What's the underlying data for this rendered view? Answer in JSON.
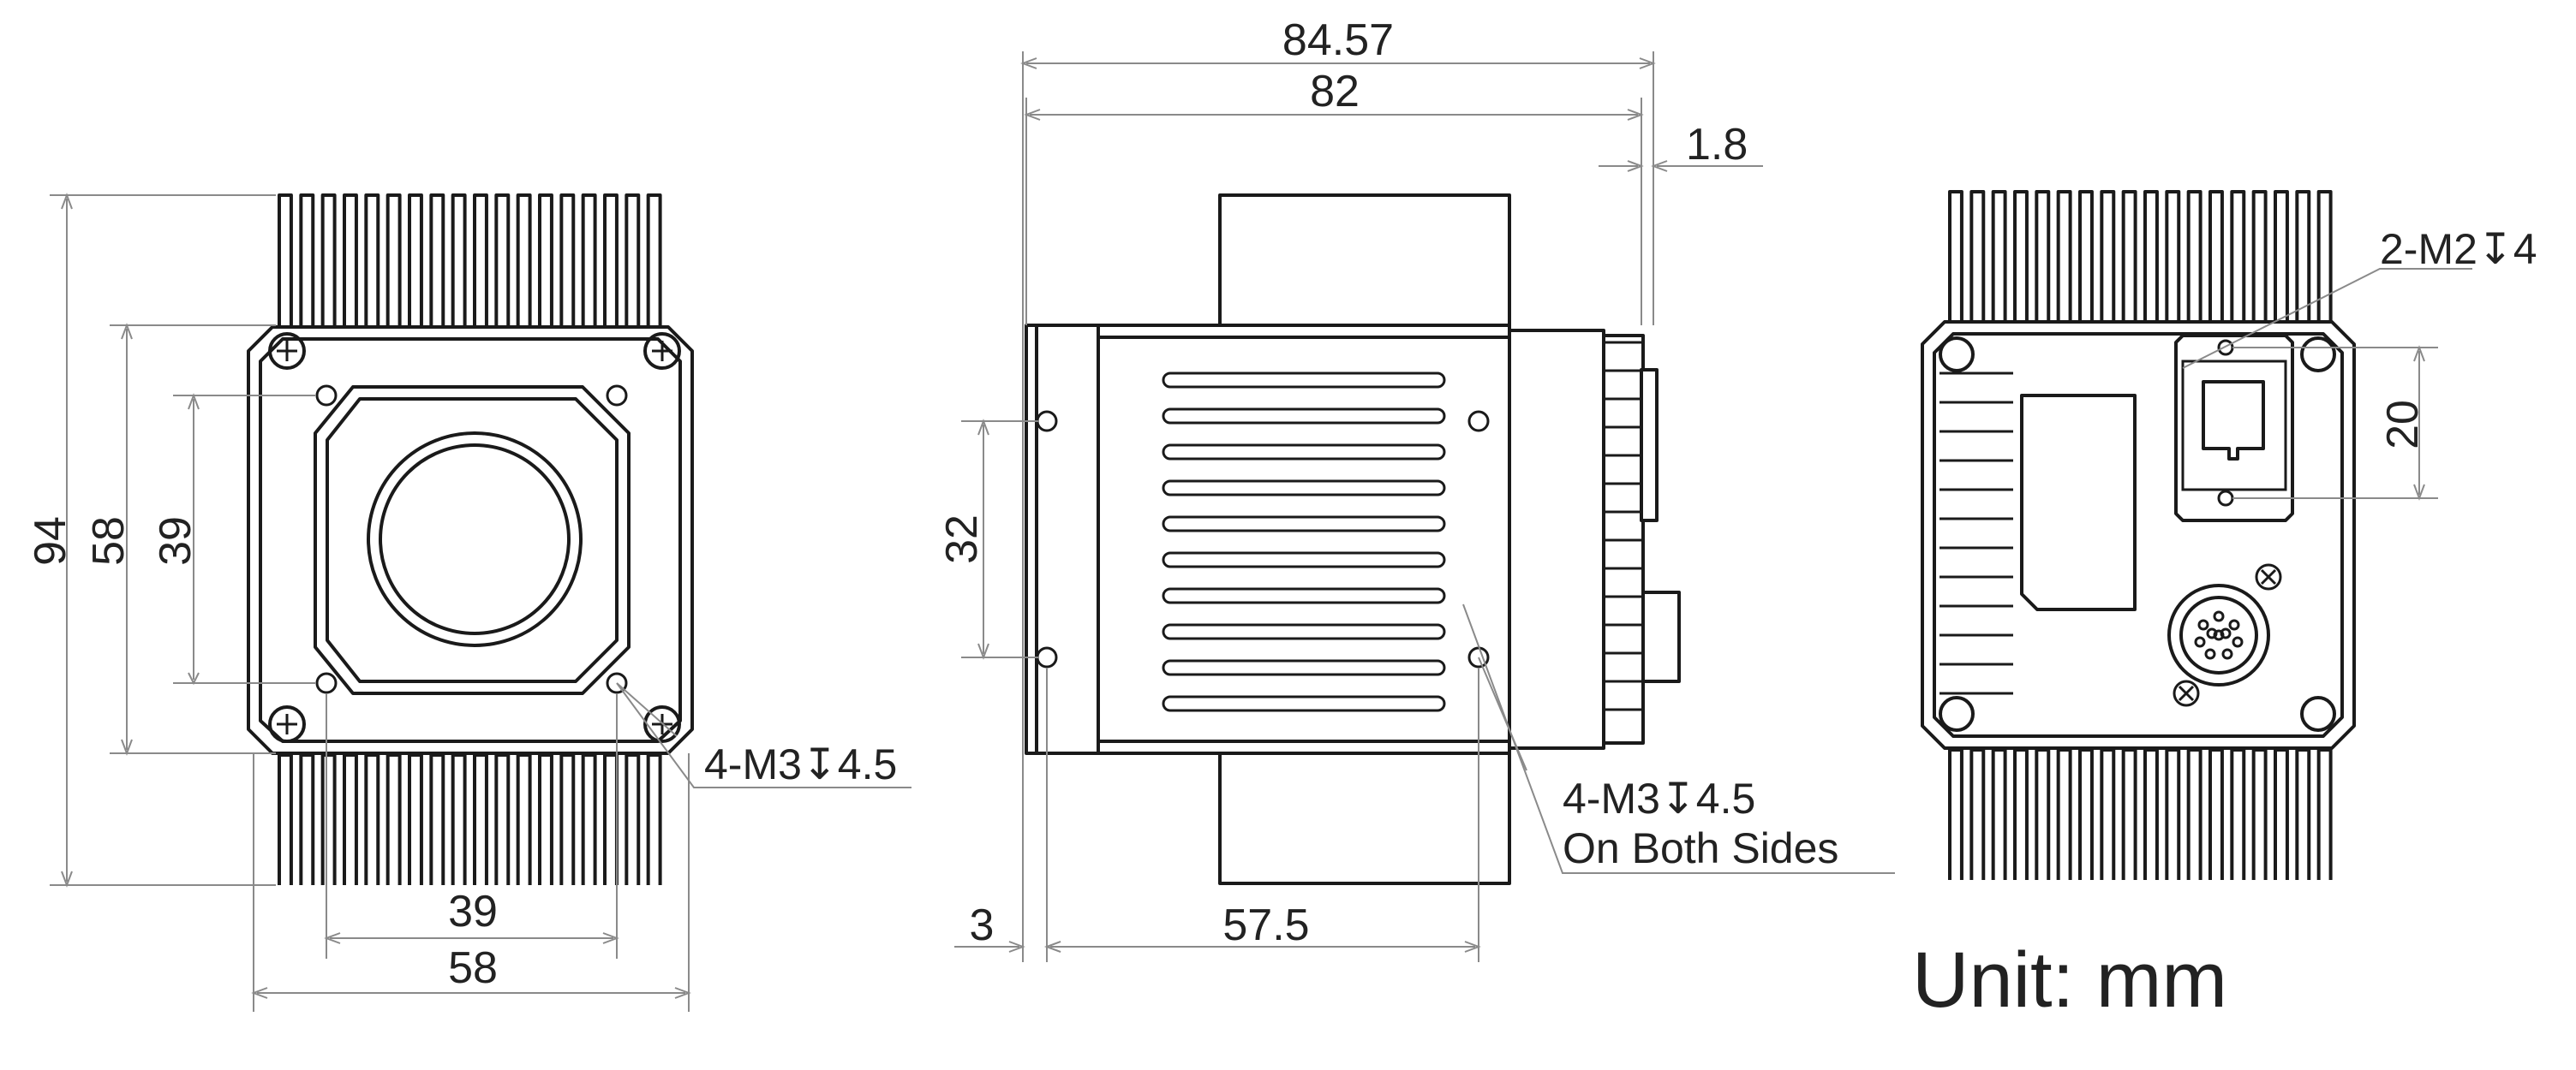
{
  "front_view": {
    "height_total": "94",
    "height_mount": "58",
    "height_holes": "39",
    "width_holes": "39",
    "width_body": "58",
    "callout": "4-M3↧4.5"
  },
  "side_view": {
    "length_total": "84.57",
    "length_body": "82",
    "rear_offset": "1.8",
    "hole_spacing_v": "32",
    "front_offset": "3",
    "hole_spacing_h": "57.5",
    "callout_line1": "4-M3↧4.5",
    "callout_line2": "On Both Sides"
  },
  "rear_view": {
    "callout": "2-M2↧4",
    "hole_spacing_v": "20"
  },
  "unit_label": "Unit: mm"
}
